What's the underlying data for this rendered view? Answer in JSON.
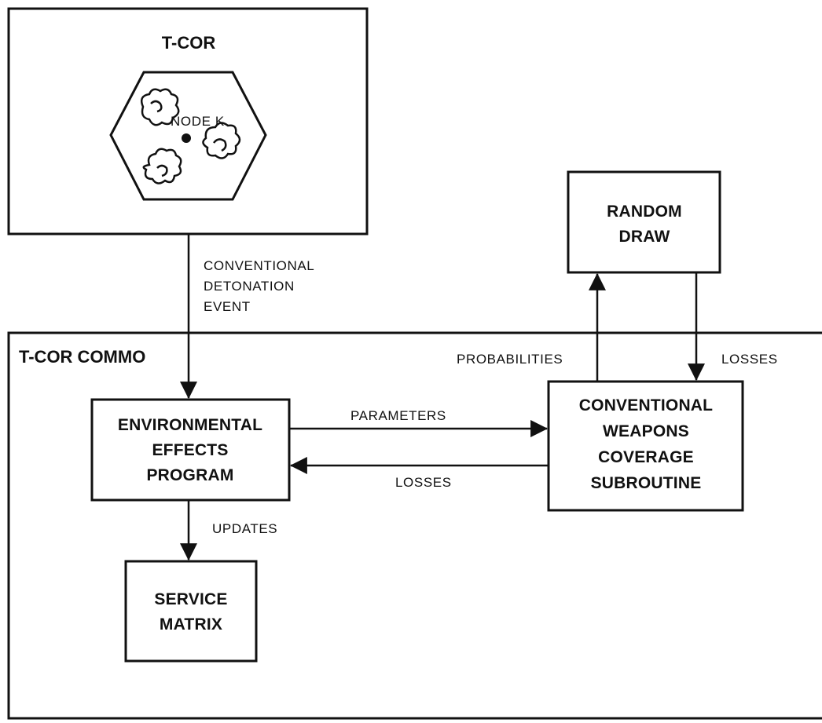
{
  "containers": {
    "tcor_title": "T-COR",
    "node_label": "NODE K",
    "commo_title": "T-COR COMMO"
  },
  "boxes": {
    "random_draw": [
      "RANDOM",
      "DRAW"
    ],
    "environmental": [
      "ENVIRONMENTAL",
      "EFFECTS",
      "PROGRAM"
    ],
    "conventional": [
      "CONVENTIONAL",
      "WEAPONS",
      "COVERAGE",
      "SUBROUTINE"
    ],
    "service": [
      "SERVICE",
      "MATRIX"
    ]
  },
  "edges": {
    "detonation": [
      "CONVENTIONAL",
      "DETONATION",
      "EVENT"
    ],
    "probabilities": "PROBABILITIES",
    "losses_right": "LOSSES",
    "parameters": "PARAMETERS",
    "losses_mid": "LOSSES",
    "updates": "UPDATES"
  },
  "icons": [
    "hexagon-icon",
    "blast-icon",
    "node-dot-icon",
    "arrow-head-icon"
  ]
}
